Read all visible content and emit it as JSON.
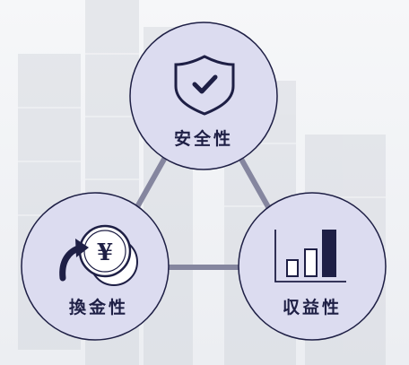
{
  "colors": {
    "circle_fill": "#dcdcf0",
    "circle_stroke": "#1e1f45",
    "connector": "#85869f",
    "icon": "#1e1f45"
  },
  "nodes": [
    {
      "id": "safety",
      "label": "安全性",
      "icon": "shield-check-icon"
    },
    {
      "id": "liquidity",
      "label": "換金性",
      "icon": "yen-coins-arrow-icon"
    },
    {
      "id": "profitability",
      "label": "収益性",
      "icon": "bar-chart-icon"
    }
  ]
}
